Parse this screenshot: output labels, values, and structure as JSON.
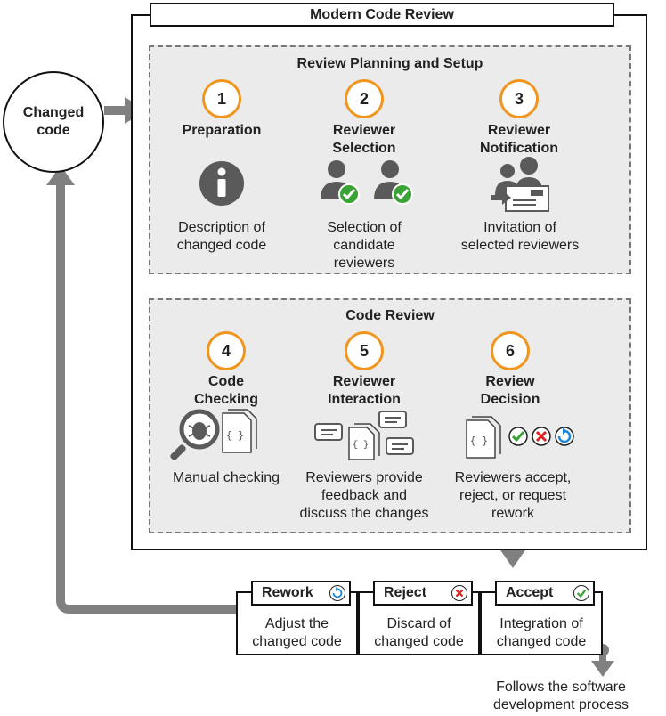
{
  "diagram": {
    "title": "Modern Code Review",
    "input": "Changed\ncode",
    "sections": [
      {
        "title": "Review Planning and Setup",
        "steps": [
          {
            "number": "1",
            "title": "Preparation",
            "description": "Description of\nchanged code",
            "icon": "info-icon"
          },
          {
            "number": "2",
            "title": "Reviewer\nSelection",
            "description": "Selection of\ncandidate\nreviewers",
            "icon": "reviewers-check-icon"
          },
          {
            "number": "3",
            "title": "Reviewer\nNotification",
            "description": "Invitation of\nselected reviewers",
            "icon": "reviewers-mail-icon"
          }
        ]
      },
      {
        "title": "Code Review",
        "steps": [
          {
            "number": "4",
            "title": "Code\nChecking",
            "description": "Manual checking",
            "icon": "bug-magnifier-icon"
          },
          {
            "number": "5",
            "title": "Reviewer\nInteraction",
            "description": "Reviewers provide\nfeedback and\ndiscuss the changes",
            "icon": "discussion-icon"
          },
          {
            "number": "6",
            "title": "Review\nDecision",
            "description": "Reviewers accept,\nreject, or request\nrework",
            "icon": "decision-icon"
          }
        ]
      }
    ],
    "outcomes": [
      {
        "label": "Rework",
        "description": "Adjust the\nchanged code",
        "icon": "rework-icon"
      },
      {
        "label": "Reject",
        "description": "Discard of\nchanged code",
        "icon": "reject-icon"
      },
      {
        "label": "Accept",
        "description": "Integration of\nchanged code",
        "icon": "accept-icon"
      }
    ],
    "follows": "Follows the software\ndevelopment process"
  },
  "colors": {
    "accent": "#f0961e",
    "arrow": "#808080",
    "panel": "#ebebeb",
    "check": "#3aa335",
    "reject": "#e02020",
    "rework": "#1e88d8",
    "icon": "#5a5a5a"
  }
}
